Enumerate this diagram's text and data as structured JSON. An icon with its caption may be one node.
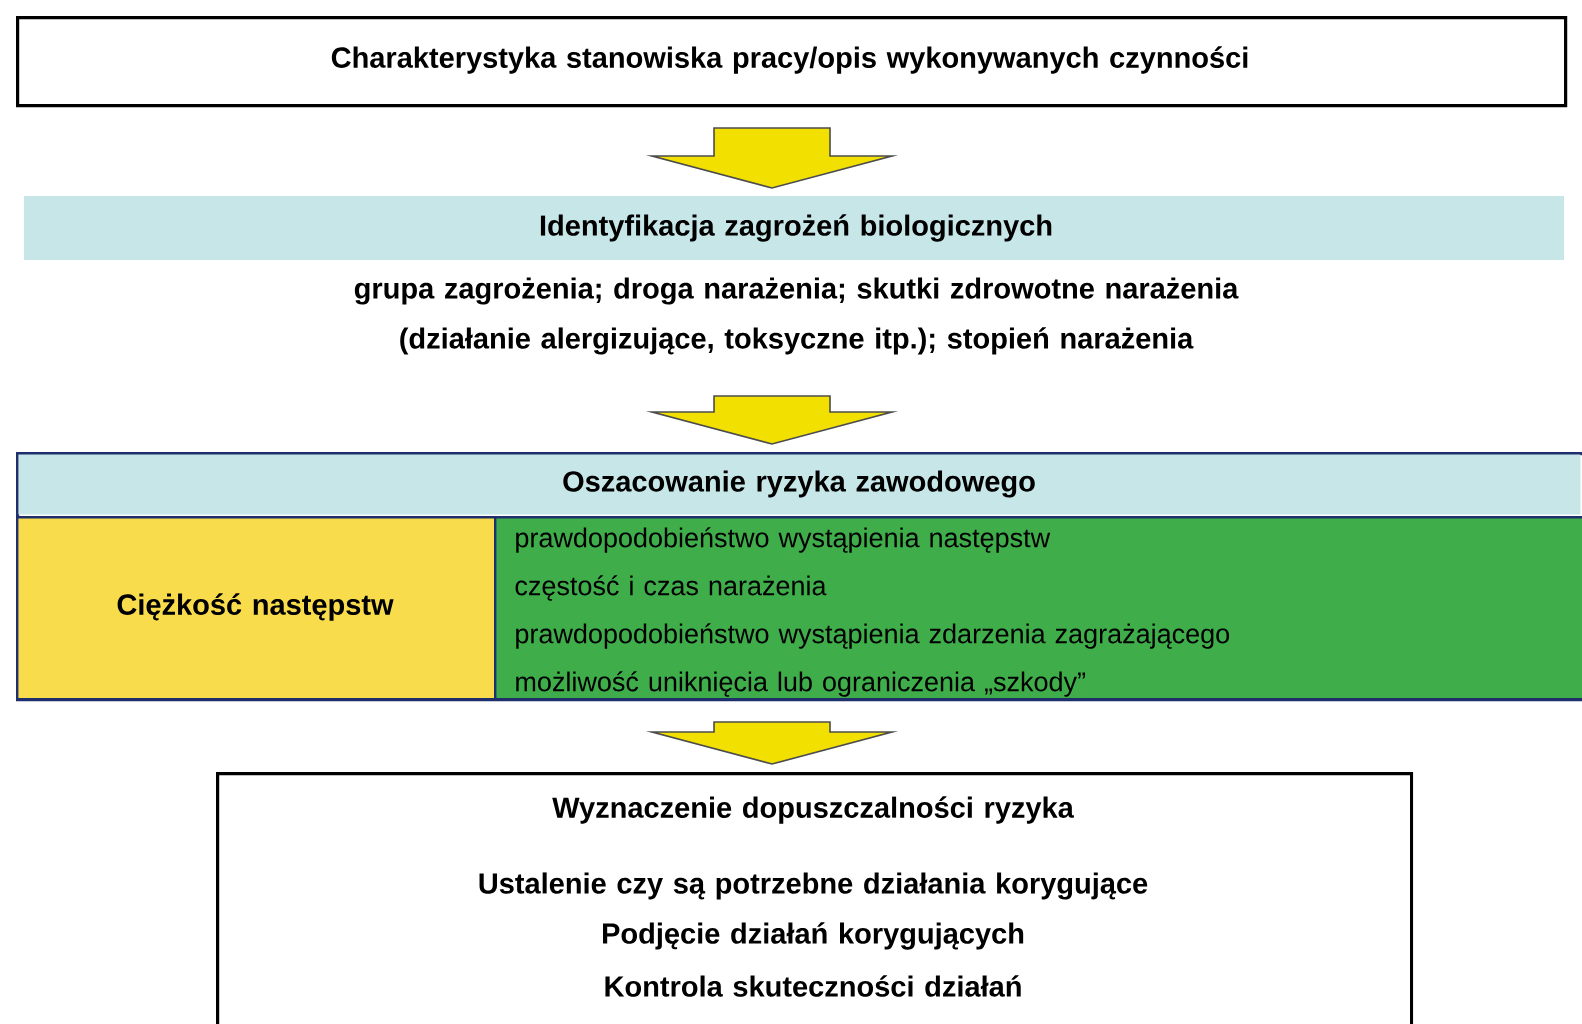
{
  "diagram": {
    "nodes": [
      {
        "text": [
          "Charakterystyka stanowiska pracy/opis wykonywanych czynności"
        ]
      },
      {
        "text": [
          "Identyfikacja zagrożeń biologicznych",
          "grupa zagrożenia; droga narażenia; skutki zdrowotne narażenia (działanie alergizujące, toksyczne itp.); stopień narażenia"
        ]
      },
      {
        "text": [],
        "shape": "box"
      },
      {
        "text": [
          "Oszacowanie ryzyka zawodowego"
        ],
        "in": 2
      },
      {
        "text": [
          "Ciężkość następstw"
        ],
        "in": 2
      },
      {
        "text": [
          "prawdopodobieństwo wystąpienia następstw",
          "częstość i czas narażenia",
          "prawdopodobieństwo wystąpienia zdarzenia zagrażającego",
          "możliwość uniknięcia lub ograniczenia „szkody”"
        ],
        "in": 2
      },
      {
        "text": [
          "Wyznaczenie dopuszczalności ryzyka",
          "Ustalenie czy są potrzebne działania korygujące",
          "Podjęcie działań korygujących",
          "Kontrola skuteczności działań"
        ]
      }
    ],
    "edges": [
      {
        "from": 0,
        "to": 1,
        "arrow": "to"
      },
      {
        "from": 1,
        "to": 2,
        "arrow": "to"
      },
      {
        "from": 2,
        "to": 6,
        "arrow": "to"
      }
    ]
  }
}
